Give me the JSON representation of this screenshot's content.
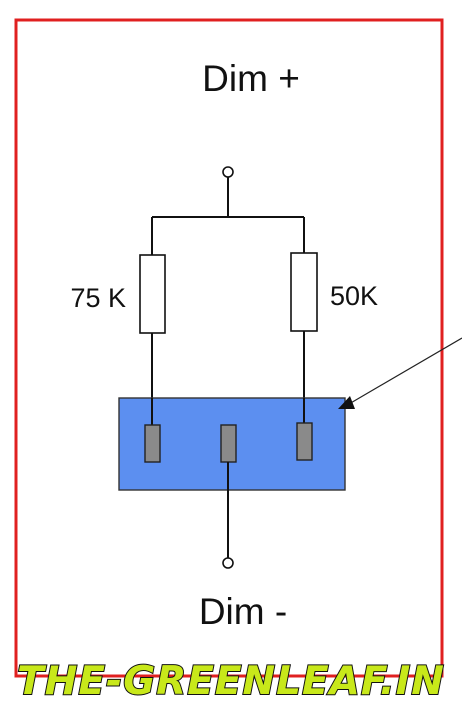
{
  "labels": {
    "top": "Dim +",
    "bottom": "Dim -",
    "left_resistor": "75 K",
    "right_resistor": "50K"
  },
  "watermark": {
    "text": "THE-GREENLEAF.IN"
  },
  "colors": {
    "frame": "#e02020",
    "connector_fill": "#5c8ff0",
    "pin_fill": "#8a8a8a",
    "watermark_fill": "#c8e81a"
  }
}
